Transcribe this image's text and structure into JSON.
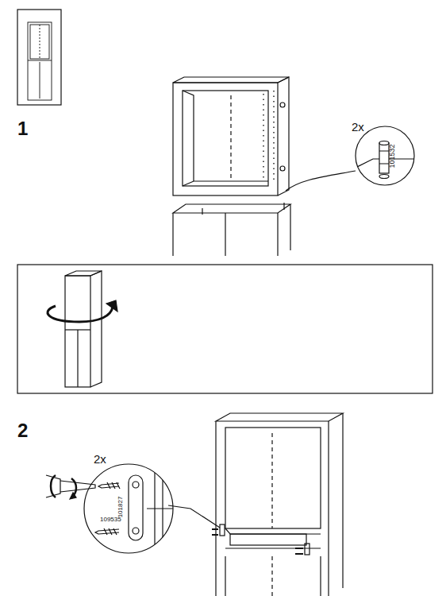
{
  "diagram": {
    "labels": [
      "1",
      "2x",
      "101532",
      "2",
      "2x",
      "101827",
      "109535"
    ]
  }
}
